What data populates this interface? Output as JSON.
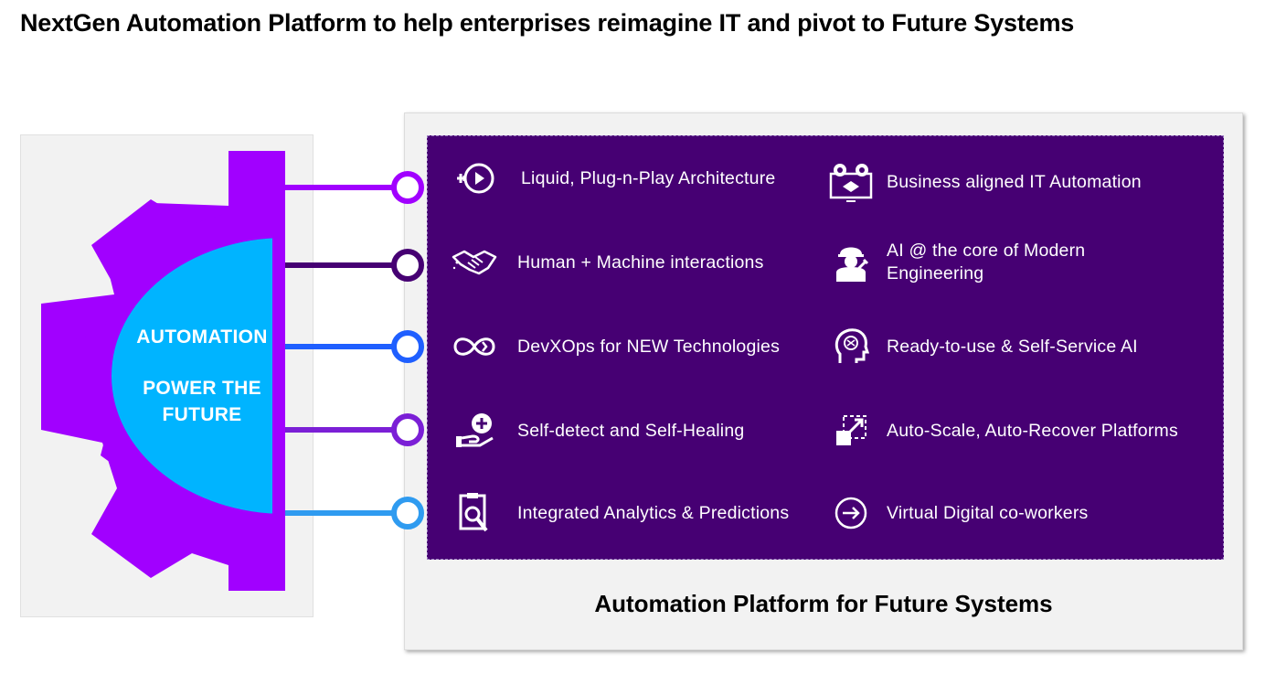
{
  "header": {
    "title": "NextGen Automation Platform to help enterprises reimagine IT and pivot to Future Systems"
  },
  "gear": {
    "line1": "AUTOMATION",
    "line2": "POWER THE",
    "line3": "FUTURE"
  },
  "colors": {
    "gear_purple": "#a100ff",
    "circle_blue": "#00b4ff",
    "panel_purple": "#460073",
    "connector_1": "#a100ff",
    "connector_2": "#460073",
    "connector_3": "#1f5fff",
    "connector_4": "#7b1fd6",
    "connector_5": "#2f9bf0"
  },
  "features_left": [
    {
      "label": "Liquid, Plug-n-Play Architecture",
      "icon": "plug-play-icon"
    },
    {
      "label": "Human + Machine interactions",
      "icon": "handshake-icon"
    },
    {
      "label": "DevXOps for NEW Technologies",
      "icon": "infinity-icon"
    },
    {
      "label": "Self-detect and Self-Healing",
      "icon": "healing-hand-icon"
    },
    {
      "label": "Integrated Analytics & Predictions",
      "icon": "analytics-report-icon"
    }
  ],
  "features_right": [
    {
      "label": "Business aligned IT Automation",
      "icon": "gears-monitor-icon"
    },
    {
      "label": "AI @ the core of  Modern Engineering",
      "icon": "engineer-icon"
    },
    {
      "label": "Ready-to-use & Self-Service AI",
      "icon": "ai-brain-icon"
    },
    {
      "label": "Auto-Scale, Auto-Recover Platforms",
      "icon": "scale-arrow-icon"
    },
    {
      "label": "Virtual Digital co-workers",
      "icon": "arrow-circle-icon"
    }
  ],
  "footer": {
    "title": "Automation Platform for Future Systems"
  }
}
